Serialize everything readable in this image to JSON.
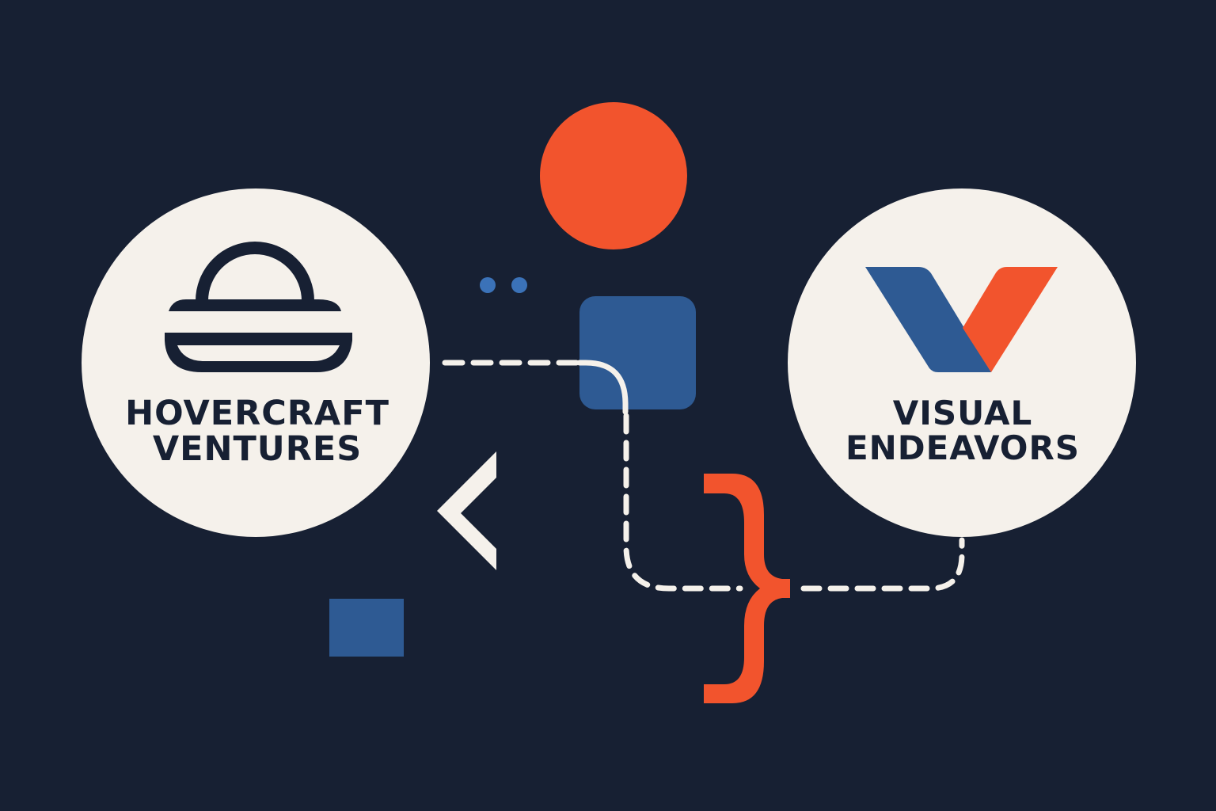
{
  "colors": {
    "background": "#172033",
    "cream": "#F5F1EB",
    "navy_ink": "#172033",
    "blue": "#2E5A93",
    "orange": "#F2542D"
  },
  "left_logo": {
    "name_line1": "HOVERCRAFT",
    "name_line2": "VENTURES",
    "icon": "hovercraft-icon"
  },
  "right_logo": {
    "name_line1": "VISUAL",
    "name_line2": "ENDEAVORS",
    "icon": "v-chevron-icon"
  },
  "decorations": {
    "top_shape": "orange-circle",
    "center_shape": "blue-rounded-square",
    "dots": 2,
    "left_glyph": "<",
    "right_glyph": "}",
    "bottom_shape": "blue-square"
  },
  "connectors": [
    {
      "from": "left_logo",
      "to": "center_shape",
      "style": "dashed"
    },
    {
      "from": "center_shape",
      "to": "right_glyph",
      "style": "dashed-curved"
    },
    {
      "from": "right_glyph",
      "to": "right_logo",
      "style": "dashed-curved"
    }
  ]
}
